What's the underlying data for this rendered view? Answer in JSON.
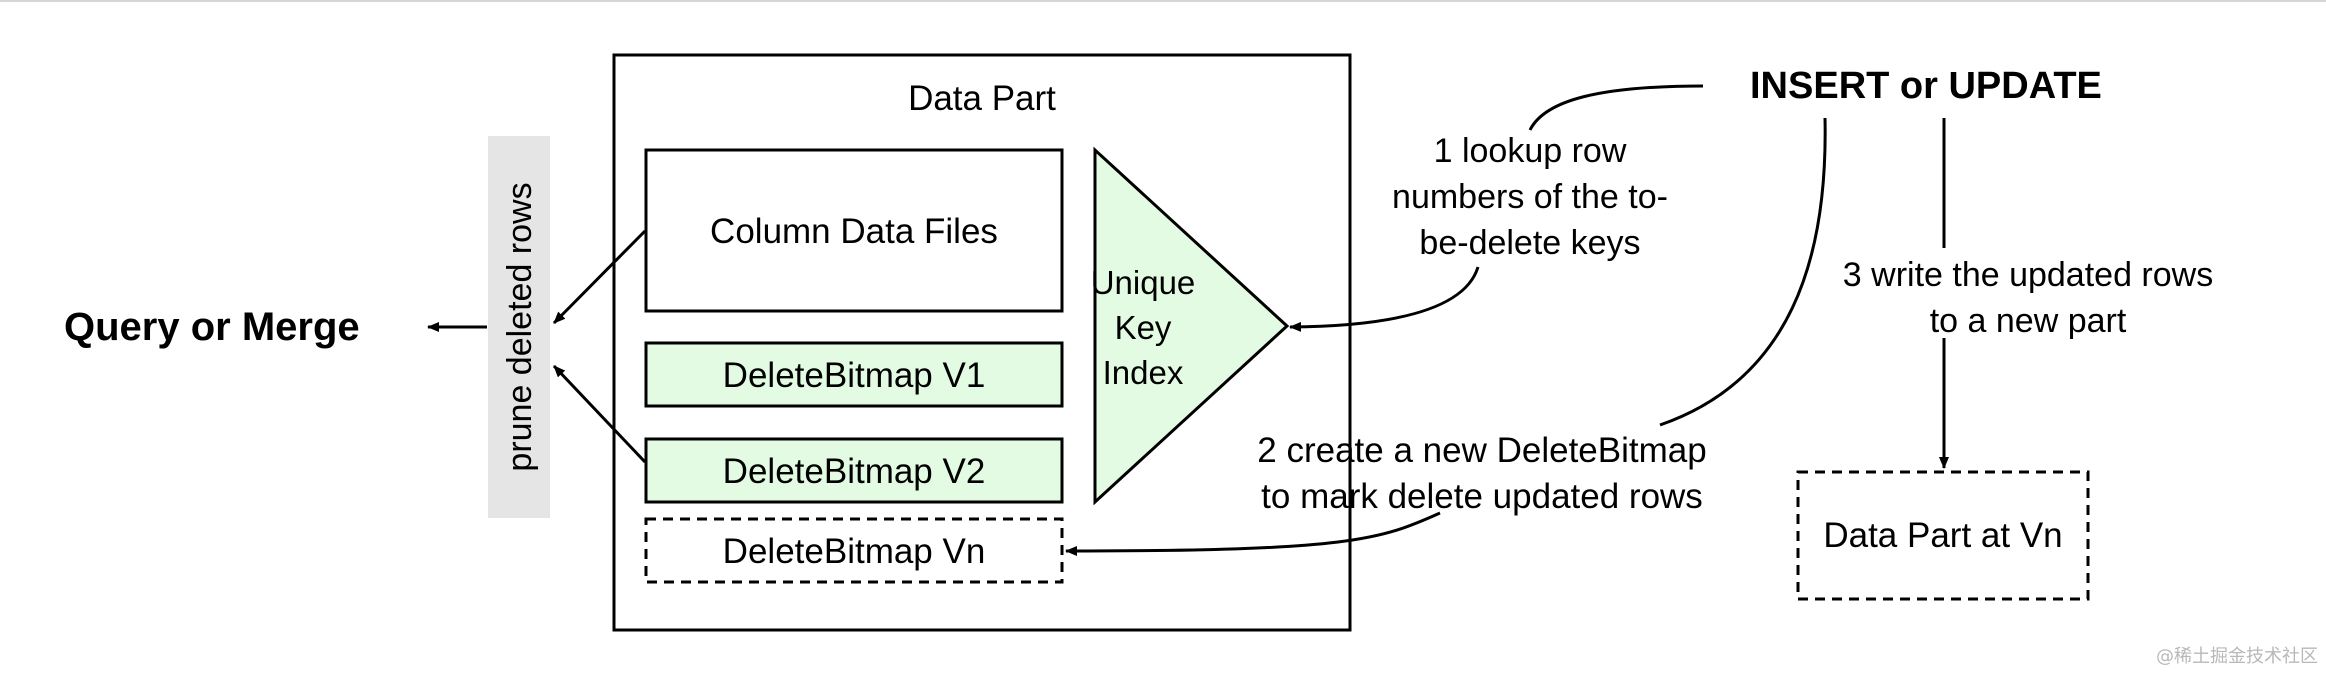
{
  "diagram": {
    "title_insert": "INSERT or UPDATE",
    "query_merge": "Query or Merge",
    "prune_label": "prune deleted rows",
    "data_part_label": "Data Part",
    "column_data_files": "Column Data Files",
    "delete_bitmap_v1": "DeleteBitmap V1",
    "delete_bitmap_v2": "DeleteBitmap V2",
    "delete_bitmap_vn": "DeleteBitmap Vn",
    "unique_key_index": [
      "Unique",
      "Key",
      "Index"
    ],
    "step1": [
      "1 lookup row",
      "numbers of the to-",
      "be-delete keys"
    ],
    "step2": [
      "2 create a new DeleteBitmap",
      "to mark delete updated rows"
    ],
    "step3": [
      "3 write the updated rows",
      "to a new part"
    ],
    "new_part": "Data Part at Vn"
  },
  "colors": {
    "green_fill": "#e2fbe2",
    "prune_bar_fill": "#e5e5e5",
    "stroke": "#000000"
  },
  "watermark": "@稀土掘金技术社区"
}
